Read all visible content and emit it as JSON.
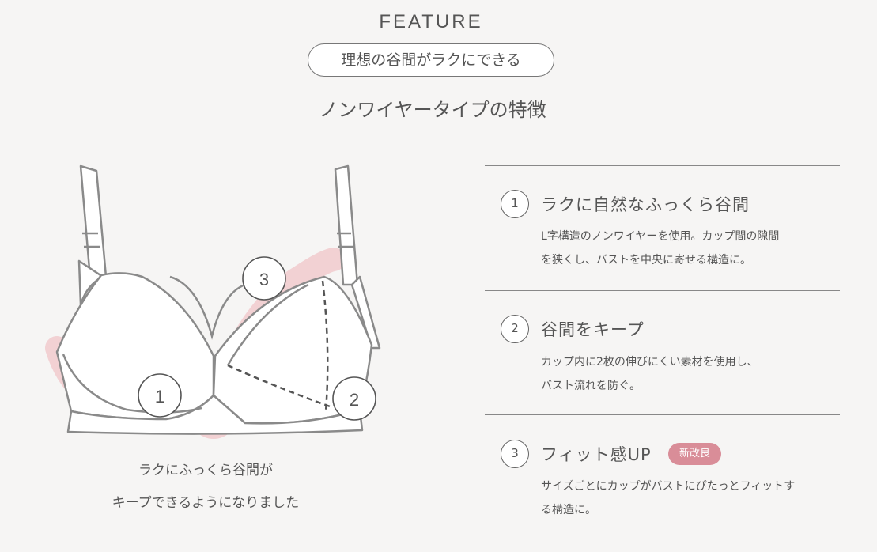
{
  "header": {
    "title": "FEATURE",
    "pill_text": "理想の谷間がラクにできる",
    "subtitle": "ノンワイヤータイプの特徴"
  },
  "illustration": {
    "markers": [
      "1",
      "2",
      "3"
    ],
    "caption_line1": "ラクにふっくら谷間が",
    "caption_line2": "キープできるようになりました"
  },
  "features": [
    {
      "number": "1",
      "title": "ラクに自然なふっくら谷間",
      "desc_line1": "L字構造のノンワイヤーを使用。カップ間の隙間",
      "desc_line2": "を狭くし、バストを中央に寄せる構造に。"
    },
    {
      "number": "2",
      "title": "谷間をキープ",
      "desc_line1": "カップ内に2枚の伸びにくい素材を使用し、",
      "desc_line2": "バスト流れを防ぐ。"
    },
    {
      "number": "3",
      "title": "フィット感UP",
      "badge": "新改良",
      "desc_line1": "サイズごとにカップがバストにぴたっとフィットす",
      "desc_line2": "る構造に。"
    }
  ],
  "colors": {
    "background": "#f6f5f4",
    "highlight": "#f0c4c8",
    "badge": "#d98d98",
    "line": "#8a8a8a"
  }
}
